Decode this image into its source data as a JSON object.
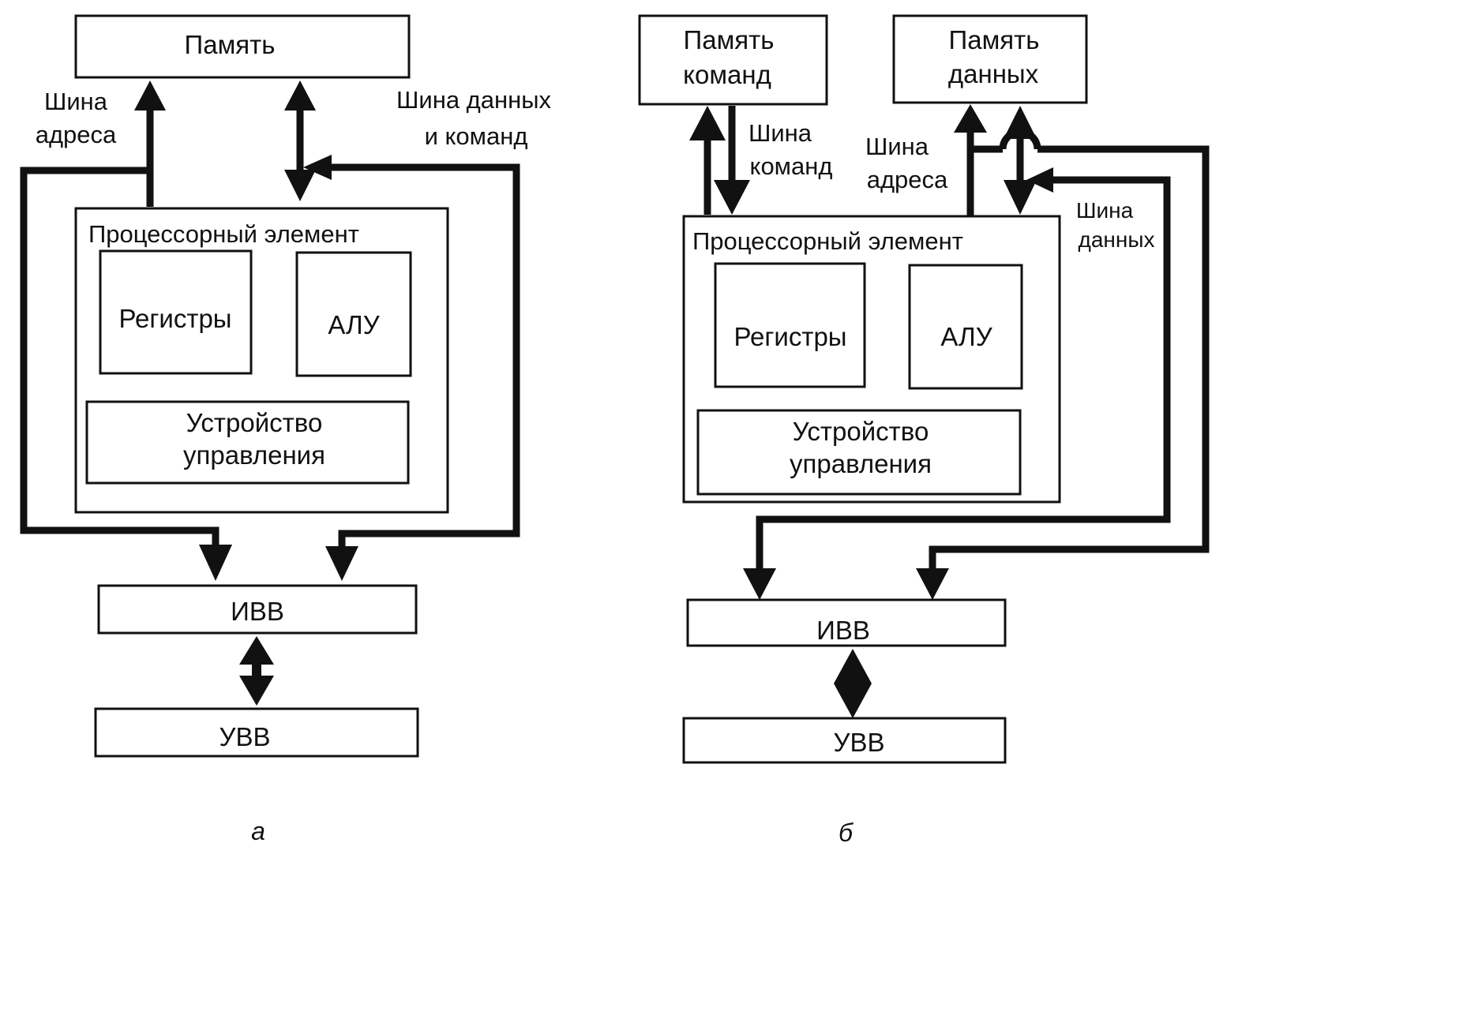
{
  "left": {
    "memory": "Память",
    "address_bus": [
      "Шина",
      "адреса"
    ],
    "data_bus": [
      "Шина данных",
      "и команд"
    ],
    "processor": "Процессорный элемент",
    "registers": "Регистры",
    "alu": "АЛУ",
    "control_unit": [
      "Устройство",
      "управления"
    ],
    "io_interface": "ИВВ",
    "io_device": "УВВ",
    "caption": "а"
  },
  "right": {
    "instr_memory": [
      "Память",
      "команд"
    ],
    "data_memory": [
      "Память",
      "данных"
    ],
    "instr_bus": [
      "Шина",
      "команд"
    ],
    "address_bus": [
      "Шина",
      "адреса"
    ],
    "data_bus": [
      "Шина",
      "данных"
    ],
    "processor": "Процессорный элемент",
    "registers": "Регистры",
    "alu": "АЛУ",
    "control_unit": [
      "Устройство",
      "управления"
    ],
    "io_interface": "ИВВ",
    "io_device": "УВВ",
    "caption": "б"
  },
  "colors": {
    "line": "#111111",
    "background": "#ffffff"
  }
}
